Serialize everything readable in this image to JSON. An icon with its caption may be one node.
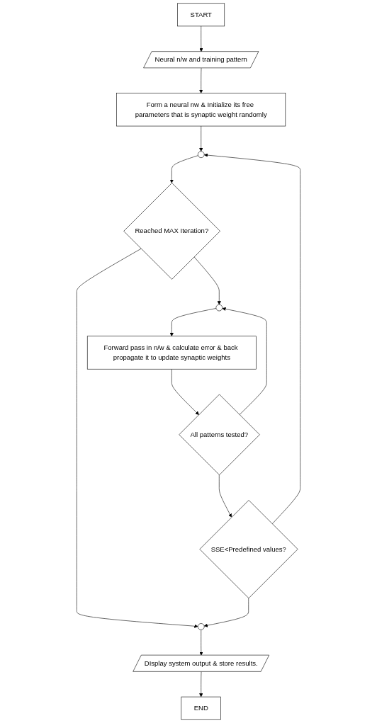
{
  "diagram": {
    "nodes": [
      {
        "text": [
          "START"
        ]
      },
      {
        "text": [
          "Neural n/w and training pattern"
        ]
      },
      {
        "text": [
          "Form a neural nw & Initialize its free parameters that is synaptic weight randomly"
        ]
      },
      {
        "text": [],
        "shape": "circle"
      },
      {
        "text": [
          "Reached MAX Iteration?"
        ]
      },
      {
        "text": [],
        "shape": "circle"
      },
      {
        "text": [
          "Forward pass in n/w & calculate error & back propagate it to update synaptic weights"
        ]
      },
      {
        "text": [
          "All patterns tested?"
        ]
      },
      {
        "text": [
          "SSE<Predefined values?"
        ]
      },
      {
        "text": [],
        "shape": "circle"
      },
      {
        "text": [
          "DIsplay system output & store results."
        ]
      },
      {
        "text": [
          "END"
        ]
      }
    ],
    "edges": [
      {
        "from": 0,
        "to": 1,
        "arrow": "to"
      },
      {
        "from": 1,
        "to": 2,
        "arrow": "to"
      },
      {
        "from": 2,
        "to": 3,
        "arrow": "to"
      },
      {
        "from": 3,
        "to": 4,
        "arrow": "to"
      },
      {
        "from": 4,
        "to": 5,
        "arrow": "to"
      },
      {
        "from": 4,
        "to": 9,
        "arrow": "to"
      },
      {
        "from": 5,
        "to": 6,
        "arrow": "to"
      },
      {
        "from": 6,
        "to": 7,
        "arrow": "to"
      },
      {
        "from": 7,
        "to": 5,
        "arrow": "to"
      },
      {
        "from": 7,
        "to": 8,
        "arrow": "to"
      },
      {
        "from": 8,
        "to": 9,
        "arrow": "to"
      },
      {
        "from": 8,
        "to": 3,
        "arrow": "to"
      },
      {
        "from": 9,
        "to": 10,
        "arrow": "to"
      },
      {
        "from": 10,
        "to": 11,
        "arrow": "to"
      }
    ]
  }
}
